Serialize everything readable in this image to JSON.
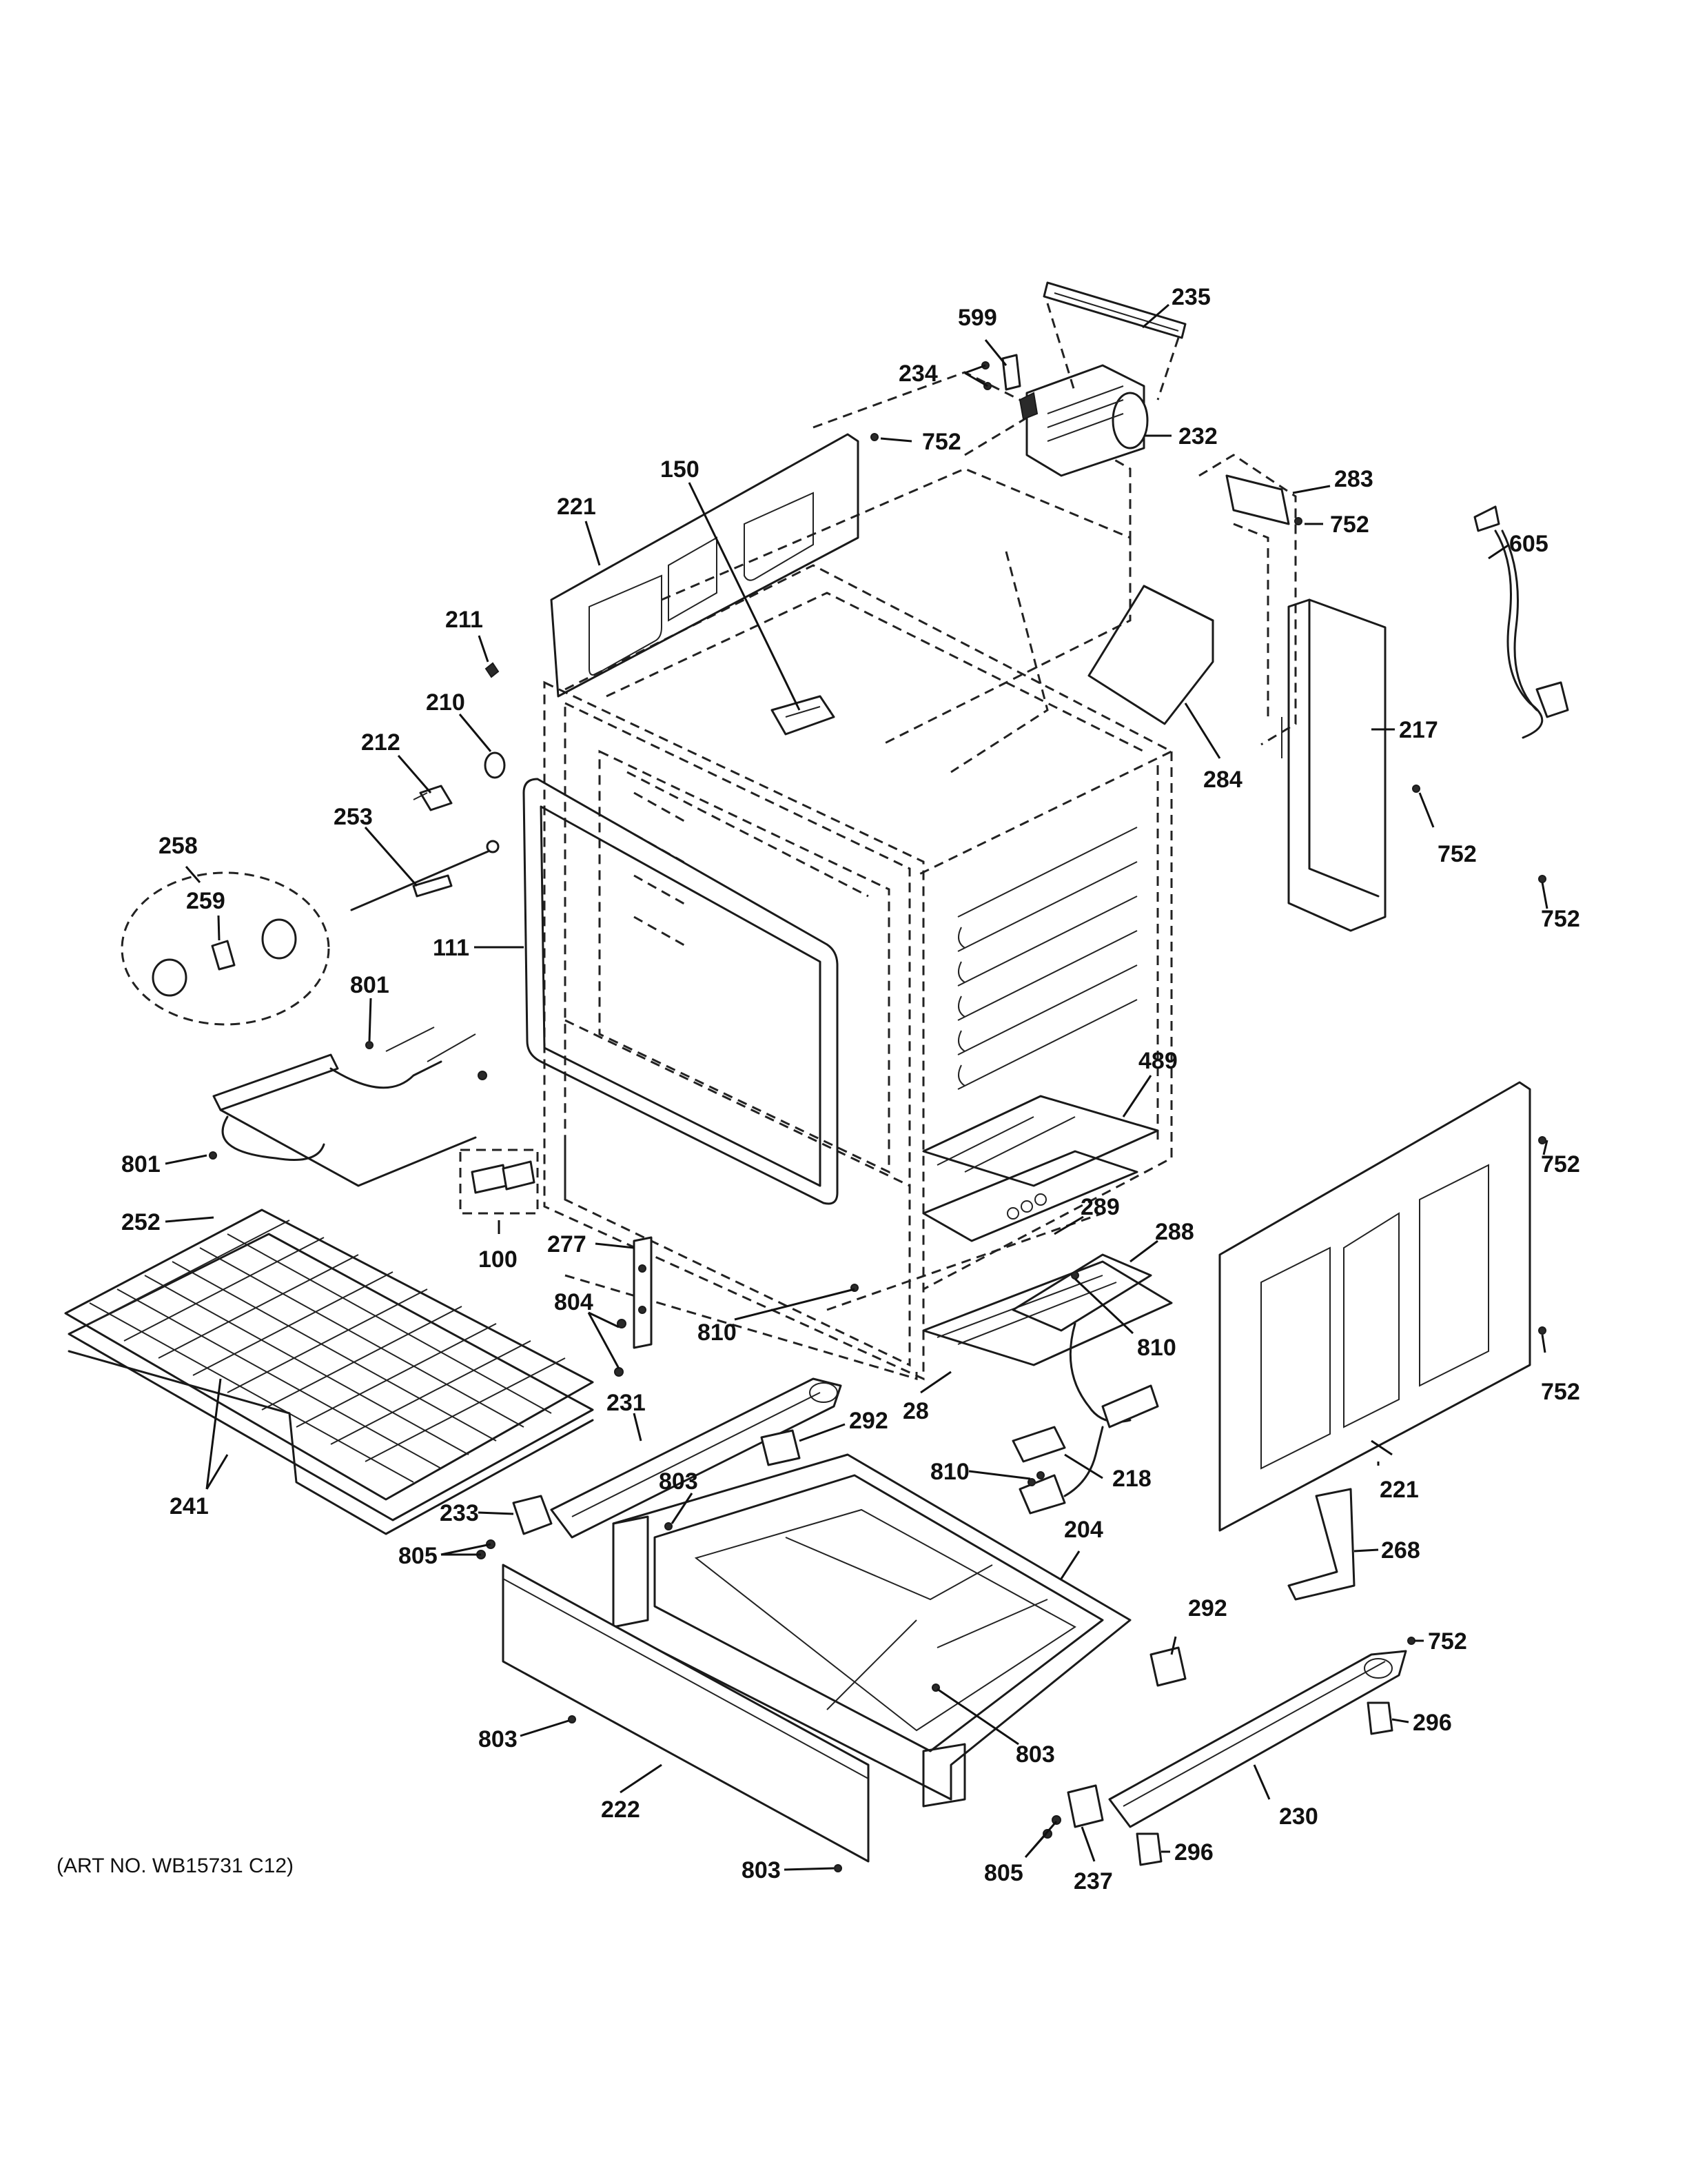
{
  "art_number": "(ART NO. WB15731 C12)",
  "callouts": {
    "c235": "235",
    "c599": "599",
    "c234": "234",
    "c232": "232",
    "c752a": "752",
    "c150": "150",
    "c221a": "221",
    "c283": "283",
    "c752b": "752",
    "c605": "605",
    "c211": "211",
    "c210": "210",
    "c212": "212",
    "c253": "253",
    "c258": "258",
    "c259": "259",
    "c111": "111",
    "c284": "284",
    "c217": "217",
    "c752c": "752",
    "c752d": "752",
    "c801a": "801",
    "c489": "489",
    "c252": "252",
    "c801b": "801",
    "c752e": "752",
    "c100": "100",
    "c289": "289",
    "c288": "288",
    "c277": "277",
    "c804": "804",
    "c810a": "810",
    "c810b": "810",
    "c752f": "752",
    "c28": "28",
    "c231": "231",
    "c292a": "292",
    "c241": "241",
    "c810c": "810",
    "c218": "218",
    "c221b": "221",
    "c803a": "803",
    "c233": "233",
    "c204": "204",
    "c268": "268",
    "c805a": "805",
    "c292b": "292",
    "c752g": "752",
    "c296a": "296",
    "c803b": "803",
    "c803c": "803",
    "c222": "222",
    "c230": "230",
    "c805b": "805",
    "c296b": "296",
    "c237": "237",
    "c803d": "803"
  }
}
